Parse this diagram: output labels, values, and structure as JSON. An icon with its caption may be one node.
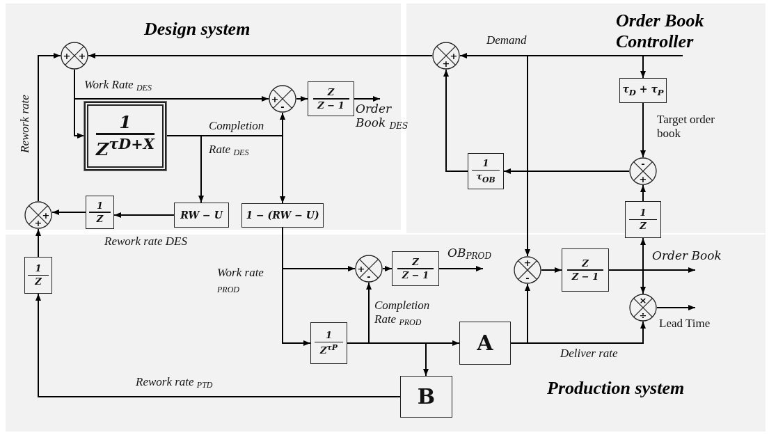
{
  "diagram": {
    "nodes": [
      {
        "text": [
          "Design system"
        ]
      },
      {
        "text": [
          "Order Book Controller"
        ]
      },
      {
        "text": [
          "Production system"
        ]
      },
      {
        "text": [
          "+",
          "+"
        ],
        "in": 0
      },
      {
        "text": [
          "+",
          "-"
        ],
        "in": 0
      },
      {
        "text": [
          "Z",
          "Z − 1"
        ],
        "in": 0
      },
      {
        "text": [
          "1",
          "Z$^{τD+X}$"
        ],
        "in": 0
      },
      {
        "text": [
          "RW − U"
        ],
        "in": 0
      },
      {
        "text": [
          "1",
          "Z"
        ],
        "in": 0
      },
      {
        "text": [
          "+",
          "+"
        ],
        "in": 0
      },
      {
        "text": [
          "1 − (RW − U)"
        ],
        "in": 0
      },
      {
        "text": [
          "+",
          "+"
        ],
        "in": 1
      },
      {
        "text": [
          "τ$_{D}$ + τ$_{P}$"
        ],
        "in": 1
      },
      {
        "text": [
          "-",
          "+"
        ],
        "in": 1
      },
      {
        "text": [
          "1",
          "τ$_{OB}$"
        ],
        "in": 1
      },
      {
        "text": [
          "1",
          "Z"
        ]
      },
      {
        "text": [
          "+",
          "-"
        ],
        "in": 2
      },
      {
        "text": [
          "Z",
          "Z − 1"
        ],
        "in": 2
      },
      {
        "text": [
          "+",
          "-"
        ],
        "in": 2
      },
      {
        "text": [
          "Z",
          "Z − 1"
        ],
        "in": 2
      },
      {
        "text": [
          "×",
          "÷"
        ],
        "in": 2
      },
      {
        "text": [
          "1",
          "Z$^{τP}$"
        ],
        "in": 2
      },
      {
        "text": [
          "A"
        ],
        "in": 2
      },
      {
        "text": [
          "B"
        ],
        "in": 2
      },
      {
        "text": [
          "1",
          "Z"
        ],
        "in": 2
      }
    ],
    "edges": [
      {
        "from": null,
        "to": 11,
        "arrow": "to",
        "label": "Demand"
      },
      {
        "from": null,
        "to": 12,
        "arrow": "to"
      },
      {
        "from": null,
        "to": 18,
        "arrow": "to"
      },
      {
        "from": 11,
        "to": 3,
        "arrow": "to"
      },
      {
        "from": 3,
        "to": 4,
        "arrow": "to",
        "label": "Work Rate $_{DES}$"
      },
      {
        "from": 3,
        "to": 6,
        "arrow": "to"
      },
      {
        "from": 6,
        "to": 4,
        "arrow": "to",
        "label": "Completion Rate $_{DES}$"
      },
      {
        "from": 6,
        "to": 7,
        "arrow": "to"
      },
      {
        "from": 6,
        "to": 10,
        "arrow": "to"
      },
      {
        "from": 4,
        "to": 5,
        "arrow": "to"
      },
      {
        "from": 5,
        "to": null,
        "arrow": "to",
        "label": "Order Book $_{DES}$"
      },
      {
        "from": 7,
        "to": 8,
        "arrow": "to"
      },
      {
        "from": 8,
        "to": 9,
        "arrow": "to"
      },
      {
        "from": 9,
        "to": 3,
        "arrow": "to",
        "label": "Rework rate"
      },
      {
        "from": 10,
        "to": 16,
        "arrow": "to",
        "label": "Work rate $_{PROD}$"
      },
      {
        "from": 10,
        "to": 21,
        "arrow": "to"
      },
      {
        "from": 21,
        "to": 16,
        "arrow": "to",
        "label": "Completion Rate $_{PROD}$"
      },
      {
        "from": 21,
        "to": 22,
        "arrow": "to"
      },
      {
        "from": 21,
        "to": 23,
        "arrow": "to"
      },
      {
        "from": 16,
        "to": 17,
        "arrow": "to"
      },
      {
        "from": 17,
        "to": null,
        "arrow": "to",
        "label": "OB$_{PROD}$"
      },
      {
        "from": 22,
        "to": 18,
        "arrow": "to"
      },
      {
        "from": 22,
        "to": 20,
        "arrow": "to",
        "label": "Deliver rate"
      },
      {
        "from": 18,
        "to": 19,
        "arrow": "to"
      },
      {
        "from": 19,
        "to": null,
        "arrow": "to",
        "label": "Order Book"
      },
      {
        "from": 19,
        "to": 15,
        "arrow": "to"
      },
      {
        "from": 19,
        "to": 20,
        "arrow": "to"
      },
      {
        "from": 15,
        "to": 13,
        "arrow": "to"
      },
      {
        "from": 12,
        "to": 13,
        "arrow": "to",
        "label": "Target order book"
      },
      {
        "from": 13,
        "to": 14,
        "arrow": "to"
      },
      {
        "from": 14,
        "to": 11,
        "arrow": "to"
      },
      {
        "from": 20,
        "to": null,
        "arrow": "to",
        "label": "Lead Time"
      },
      {
        "from": 23,
        "to": 24,
        "arrow": "to",
        "label": "Rework rate $_{PTD}$"
      },
      {
        "from": 24,
        "to": 9,
        "arrow": "to"
      }
    ],
    "labels": [
      "Rework rate DES"
    ]
  }
}
